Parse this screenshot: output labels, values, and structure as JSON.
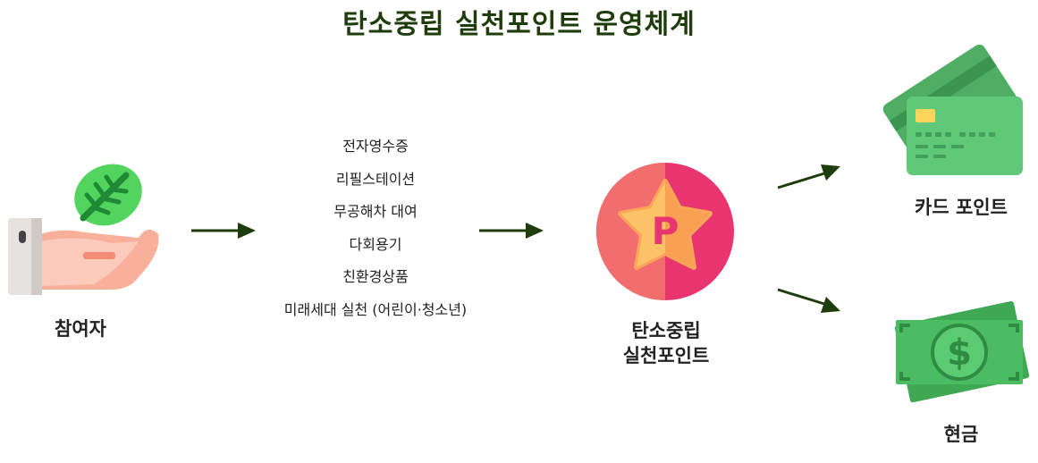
{
  "title": "탄소중립 실천포인트 운영체계",
  "participant": {
    "label": "참여자",
    "icon": "hand-with-leaf-icon"
  },
  "activities": [
    "전자영수증",
    "리필스테이션",
    "무공해차 대여",
    "다회용기",
    "친환경상품",
    "미래세대 실천 (어린이·청소년)"
  ],
  "point": {
    "label_line1": "탄소중립",
    "label_line2": "실천포인트",
    "badge_letter": "P",
    "icon": "star-point-badge-icon"
  },
  "rewards": [
    {
      "label": "카드 포인트",
      "icon": "credit-card-icon"
    },
    {
      "label": "현금",
      "icon": "cash-dollar-icon"
    }
  ],
  "colors": {
    "title": "#1f3d0c",
    "arrow": "#1f3d0c",
    "badge_left": "#f26d6d",
    "badge_right": "#e8356f",
    "star": "#fbc266",
    "card": "#5fc879",
    "cash": "#4cbc63"
  }
}
